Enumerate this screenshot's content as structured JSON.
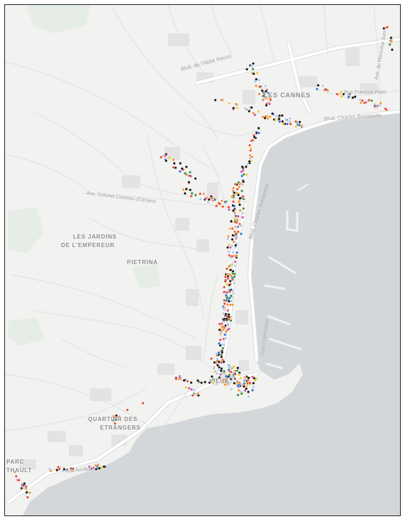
{
  "map": {
    "colors": {
      "land": "#f2f2f1",
      "water": "#d4d7da",
      "road": "#ffffff",
      "road_casing": "#dcdcdc",
      "park": "#e6ece6",
      "building": "#e3e3e3",
      "label": "#8a8a8a"
    },
    "place_labels": {
      "les_cannes": "LES CANNES",
      "jardins_line1": "LES JARDINS",
      "jardins_line2": "DE L'EMPEREUR",
      "pietrina": "PIETRINA",
      "vieux": "VIEUX",
      "quartier_line1": "QUARTIER DES",
      "quartier_line2": "ETRANGERS",
      "parc_line1": "PARC",
      "parc_line2": "THAULT"
    },
    "street_labels": {
      "abbe_recco": "Blvd. de l'Abbé Recco",
      "bonaparte_top": "Blvd. Charles Bonaparte",
      "francois_pietri": "Rue François Pietri",
      "colonel_colonna": "Ave. Colonel Colonna d'Ornano",
      "bonaparte_vertical": "Blvd. Charles Bonaparte",
      "quai": "Quai l'Herminier",
      "marechal": "Ave. du Maréchal Juin",
      "rue_annibal": "Rue Annibal"
    },
    "marker_colors": [
      "#111111",
      "#e8462b",
      "#f28e2b",
      "#f2c12e",
      "#2d8f3a",
      "#2b6fd6",
      "#a8c8ee",
      "#d14fa8"
    ]
  }
}
